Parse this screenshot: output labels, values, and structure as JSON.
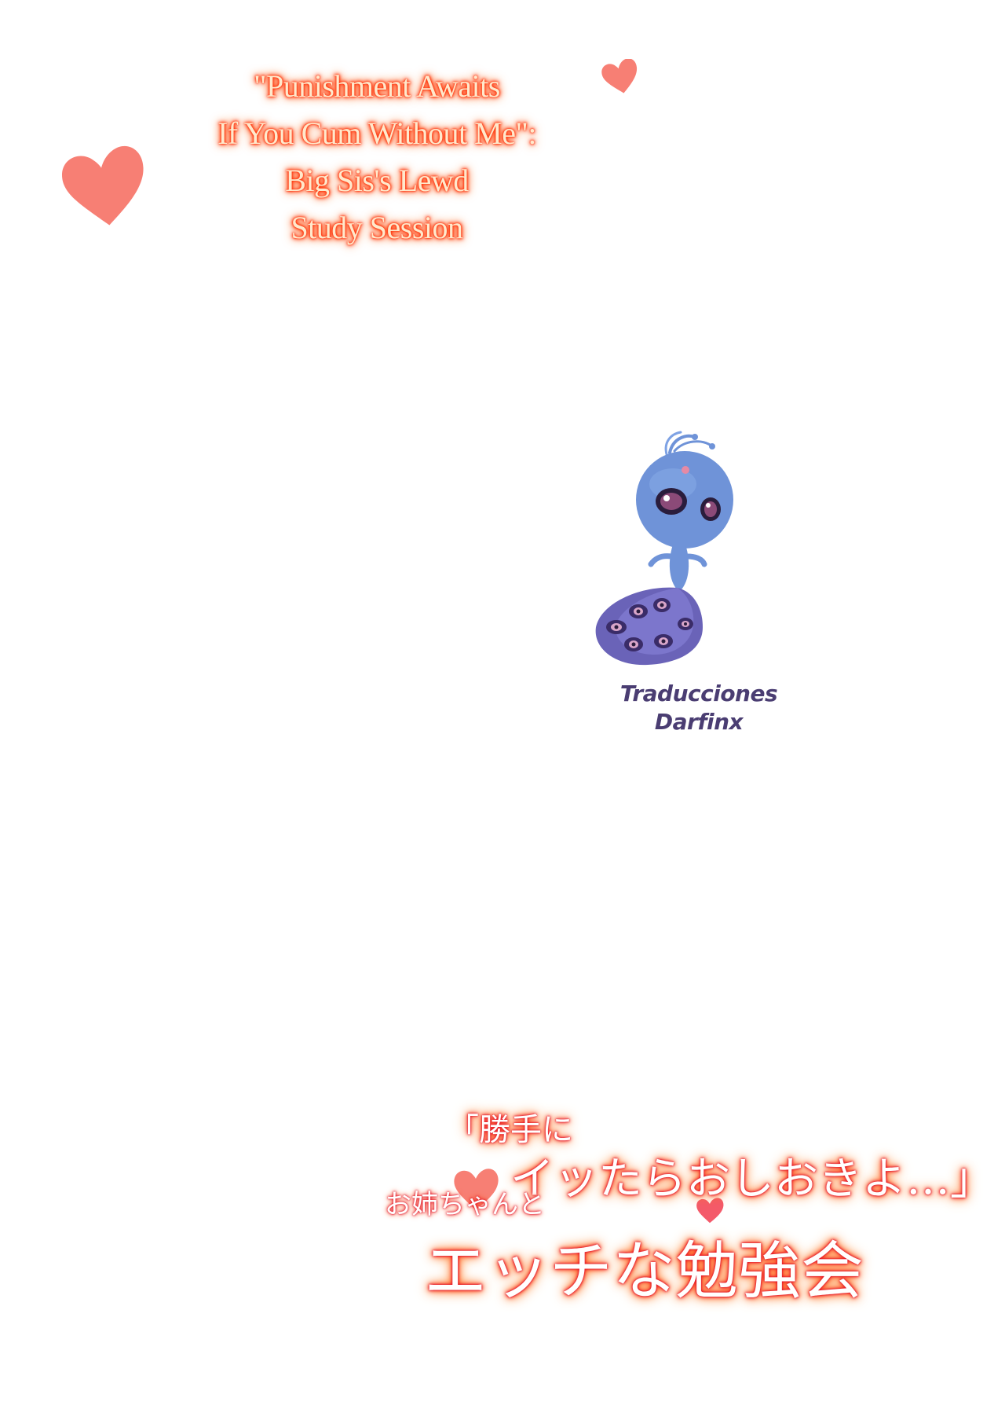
{
  "title": {
    "lines": [
      "\"Punishment Awaits",
      "If You Cum Without Me\":",
      "Big Sis's Lewd",
      "Study Session"
    ]
  },
  "credit": {
    "line1": "Traducciones",
    "line2": "Darfinx"
  },
  "japanese_title": {
    "line1": "「勝手に",
    "line2": "イッたらおしおきよ…」",
    "sub": "お姉ちゃんと",
    "line3": "エッチな勉強会"
  },
  "colors": {
    "heart": "#f77f74",
    "title_glow": "#ff2a00",
    "credit_text": "#4a3d72",
    "mascot_body": "#6f93d8"
  },
  "icons": [
    "heart-icon",
    "peacock-kwami-mascot"
  ]
}
